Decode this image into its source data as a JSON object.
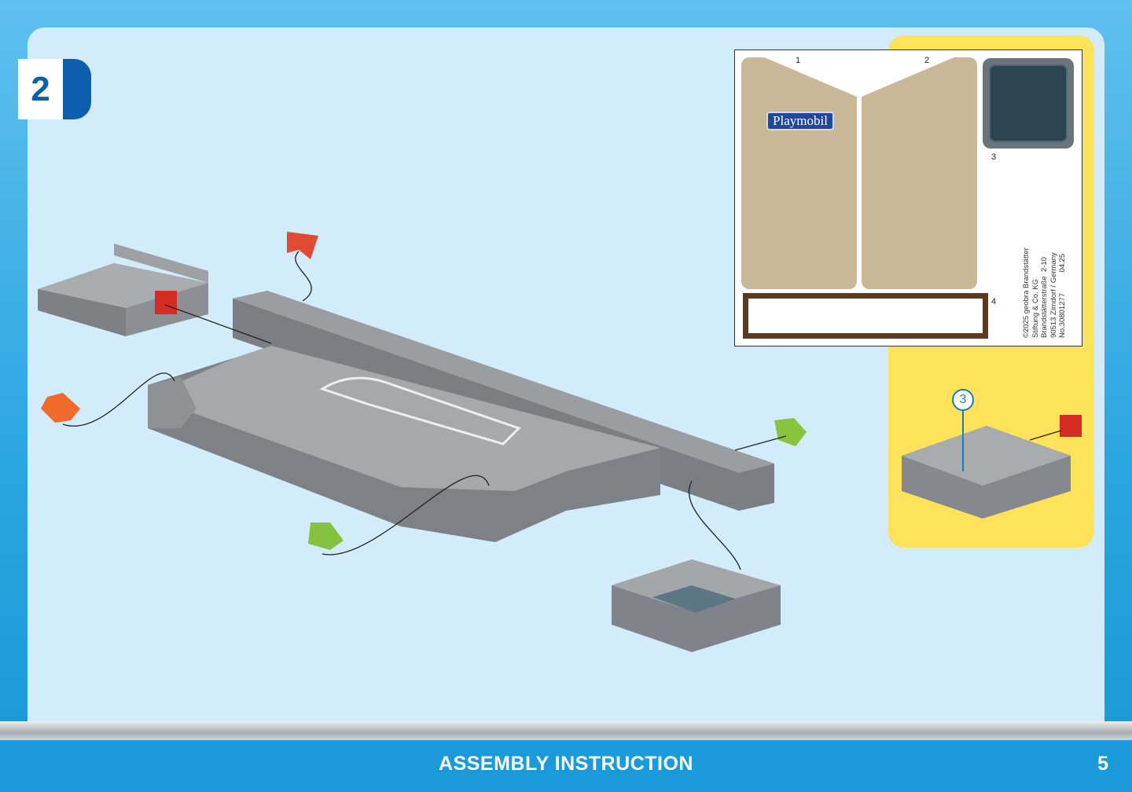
{
  "step_number": "2",
  "sticker_sheet": {
    "labels": [
      "1",
      "2",
      "3",
      "4"
    ],
    "sign_text": "Playmobil",
    "copyright_lines": [
      "©2025 geobra Brandstätter",
      "Stiftung & Co. KG",
      "Brandstätterstraße  2-10",
      "90513 Zirndorf / Germany",
      "No.30801277          04.25"
    ]
  },
  "callout_number": "3",
  "footer": {
    "title": "ASSEMBLY INSTRUCTION",
    "page_number": "5"
  },
  "colors": {
    "brand_blue": "#0d5fae",
    "footer_blue": "#1a9ad8",
    "panel": "#d3ecfb",
    "yellow": "#fde25a"
  }
}
